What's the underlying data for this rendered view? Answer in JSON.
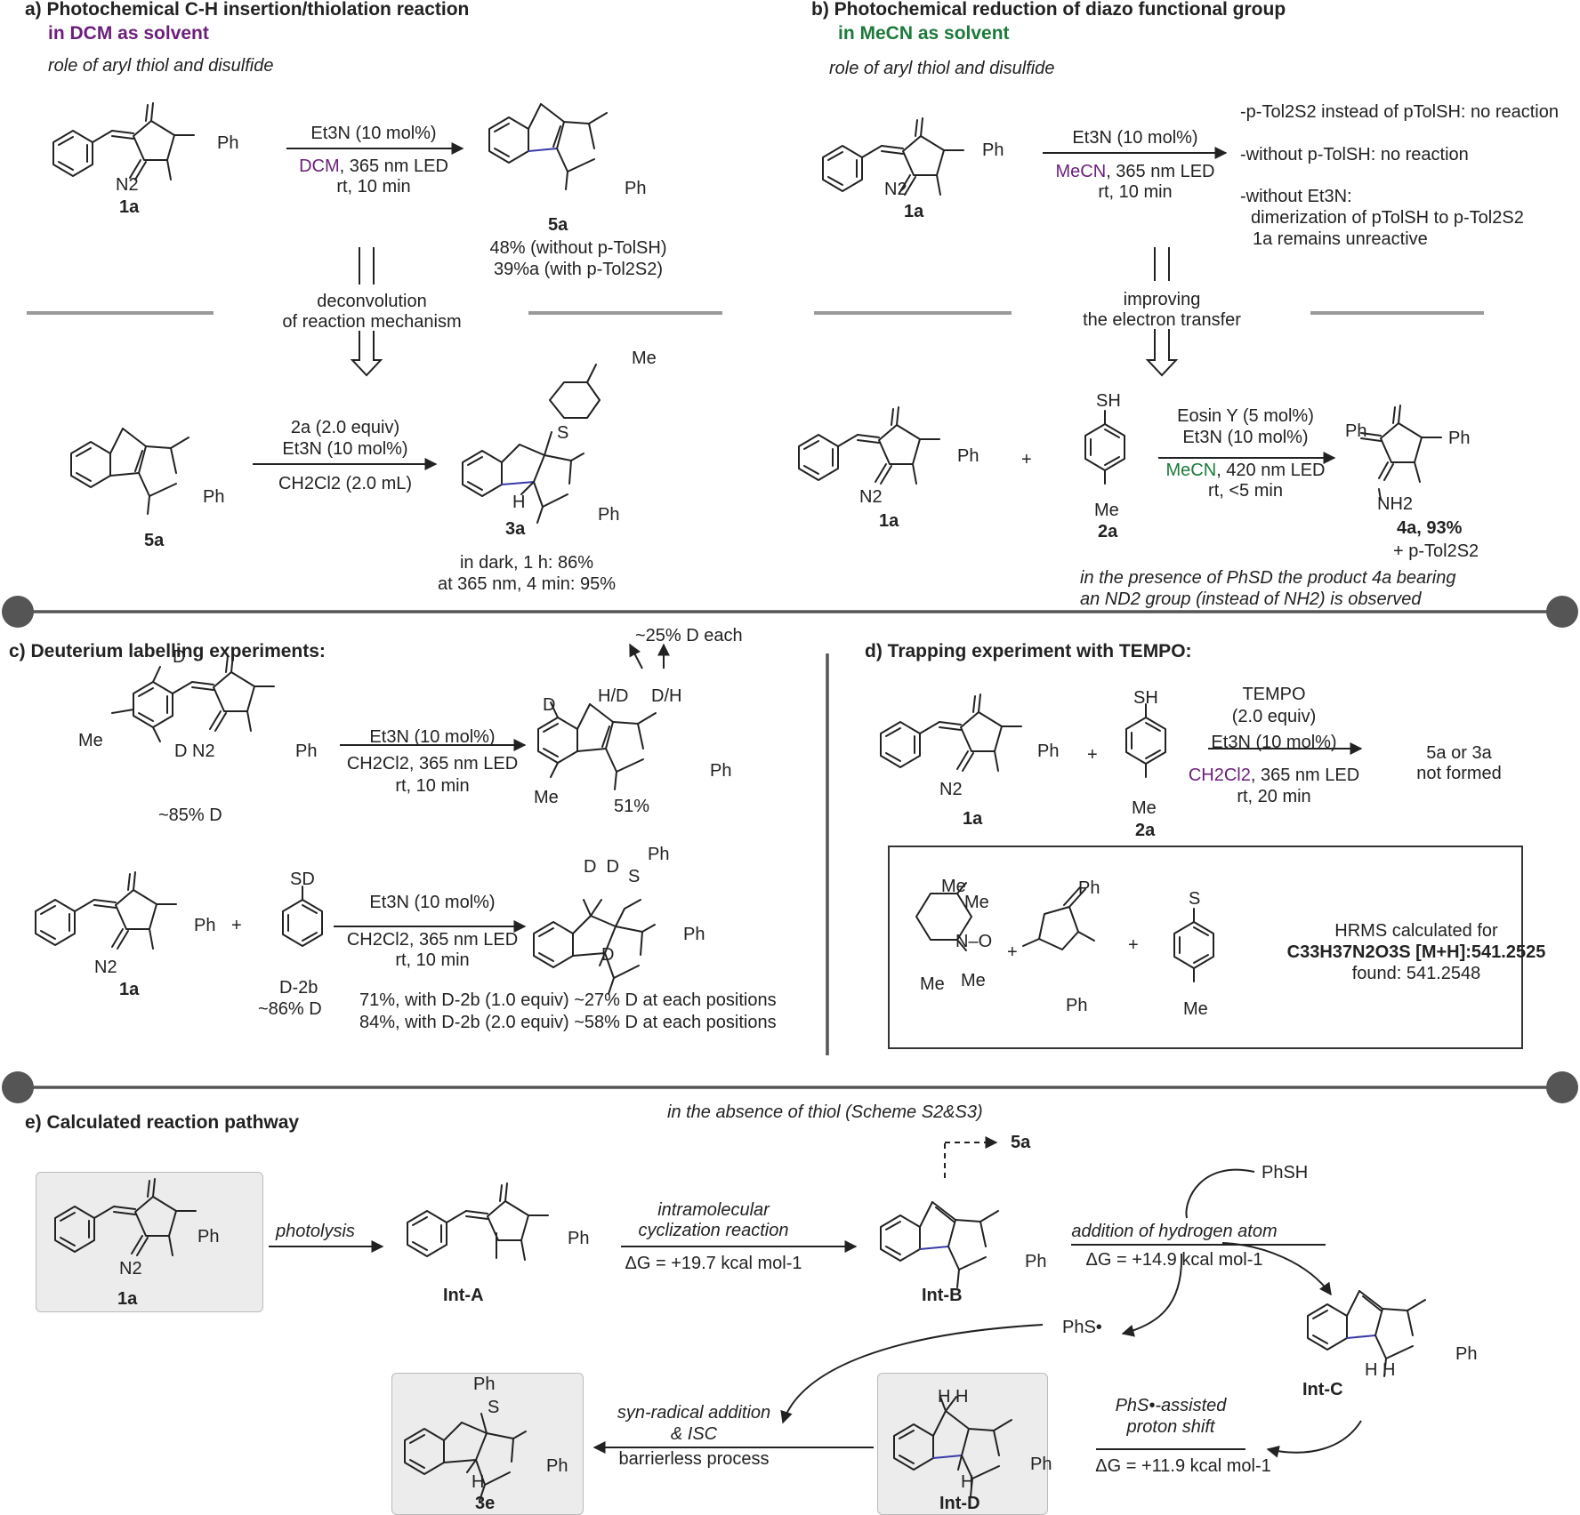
{
  "panel_a": {
    "title": "a) Photochemical C-H insertion/thiolation reaction",
    "solvent": "in DCM as solvent",
    "role": "role of aryl thiol and disulfide",
    "cond1": "Et3N (10 mol%)",
    "cond2_solvent": "DCM",
    "cond2_rest": ", 365 nm LED",
    "cond3": "rt, 10 min",
    "label_1a": "1a",
    "label_5a": "5a",
    "yield1": "48% (without p-TolSH)",
    "yield2": "39%a (with p-Tol2S2)",
    "deconv1": "deconvolution",
    "deconv2": "of reaction mechanism",
    "cond_b1": "2a (2.0 equiv)",
    "cond_b2": "Et3N (10 mol%)",
    "cond_b3": "CH2Cl2 (2.0 mL)",
    "label_3a": "3a",
    "dark": "in dark, 1 h: 86%",
    "light": "at 365 nm, 4 min: 95%",
    "me": "Me",
    "ph": "Ph",
    "n2": "N2",
    "s": "S",
    "h": "H"
  },
  "panel_b": {
    "title": "b) Photochemical reduction of diazo functional group",
    "solvent": "in MeCN as solvent",
    "role": "role of aryl thiol and disulfide",
    "cond1": "Et3N (10 mol%)",
    "cond2_solvent": "MeCN",
    "cond2_rest": ", 365 nm LED",
    "cond3": "rt, 10 min",
    "obs1": "-p-Tol2S2 instead of pTolSH: no reaction",
    "obs2": "-without p-TolSH: no reaction",
    "obs3": "-without Et3N:",
    "obs4": "dimerization of pTolSH to p-Tol2S2",
    "obs5": "1a remains unreactive",
    "improve1": "improving",
    "improve2": "the electron transfer",
    "plus": "+",
    "sh": "SH",
    "label_2a": "2a",
    "cond_b1": "Eosin Y (5 mol%)",
    "cond_b2": "Et3N (10 mol%)",
    "cond_b3_solvent": "MeCN",
    "cond_b3_rest": ", 420 nm LED",
    "cond_b4": "rt, <5 min",
    "label_4a": "4a, 93%",
    "plus_tol": "+ p-Tol2S2",
    "note1": "in the presence of PhSD the product 4a bearing",
    "note2": "an ND2 group (instead of NH2) is observed",
    "nh2": "NH2"
  },
  "panel_c": {
    "title": "c) Deuterium labelling experiments:",
    "d_each": "~25% D each",
    "hd": "H/D",
    "dh": "D/H",
    "d": "D",
    "cond1": "Et3N (10 mol%)",
    "cond2": "CH2Cl2, 365 nm LED",
    "cond3": "rt, 10 min",
    "pct_d": "~85% D",
    "yield": "51%",
    "sd": "SD",
    "label_d2b": "D-2b",
    "pct_d2b": "~86% D",
    "res1": "71%, with D-2b (1.0 equiv) ~27% D at each positions",
    "res2": "84%, with D-2b (2.0 equiv) ~58% D at each positions"
  },
  "panel_d": {
    "title": "d) Trapping experiment with TEMPO:",
    "cond1": "TEMPO",
    "cond2": "(2.0 equiv)",
    "cond3": "Et3N (10 mol%)",
    "cond4_solvent": "CH2Cl2",
    "cond4_rest": ", 365 nm LED",
    "cond5": "rt, 20 min",
    "result1": "5a or 3a",
    "result2": "not formed",
    "hrms1": "HRMS calculated for",
    "hrms2": "C33H37N2O3S [M+H]:541.2525",
    "hrms3": "found: 541.2548",
    "no": "N–O"
  },
  "panel_e": {
    "title": "e) Calculated reaction pathway",
    "absence": "in the absence of thiol (Scheme S2&S3)",
    "photolysis": "photolysis",
    "cyc1": "intramolecular",
    "cyc2": "cyclization reaction",
    "dg1": "ΔG = +19.7 kcal mol-1",
    "int_a": "Int-A",
    "int_b": "Int-B",
    "int_c": "Int-C",
    "int_d": "Int-D",
    "label_5a": "5a",
    "phsh": "PhSH",
    "addh": "addition of hydrogen atom",
    "dg2": "ΔG = +14.9 kcal mol-1",
    "phs_rad": "PhS•",
    "proton1": "PhS•-assisted",
    "proton2": "proton shift",
    "dg3": "ΔG = +11.9 kcal mol-1",
    "syn1": "syn-radical addition",
    "syn2": "& ISC",
    "barrierless": "barrierless process",
    "label_3e": "3e",
    "hh": "H H"
  }
}
